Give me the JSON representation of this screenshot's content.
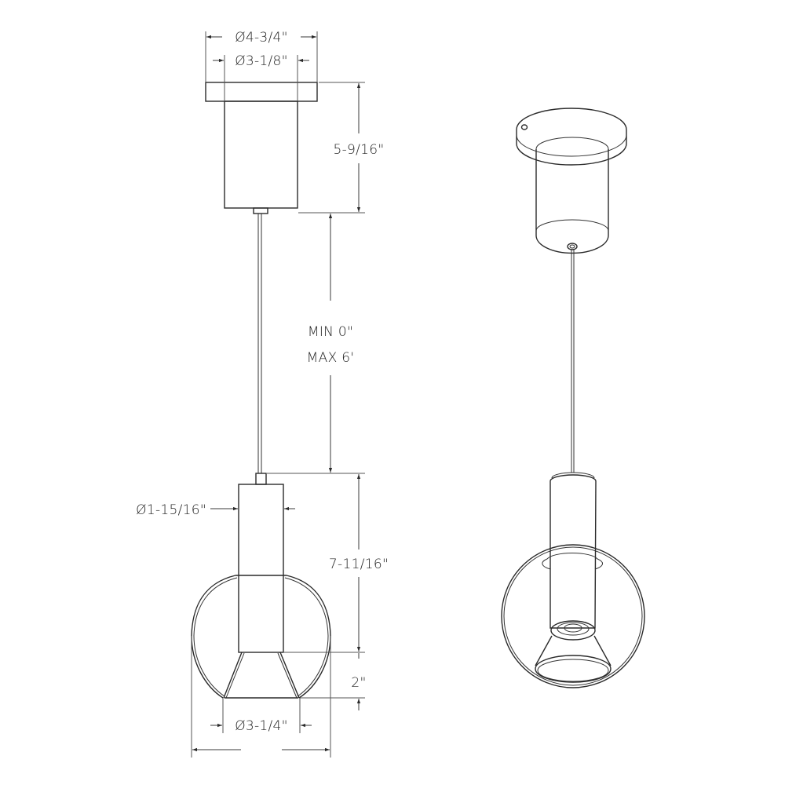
{
  "drawing": {
    "type": "pendant-light-dimension-drawing",
    "views": [
      "front-elevation",
      "perspective"
    ],
    "line_color": "#2a2a2a",
    "background": "#ffffff"
  },
  "dimensions": {
    "canopy_diameter": "Ø4-3/4\"",
    "canopy_body_diameter": "Ø3-1/8\"",
    "canopy_height": "5-9/16\"",
    "cord_min": "MIN 0\"",
    "cord_max": "MAX 6'",
    "shade_cylinder_diameter": "Ø1-15/16\"",
    "fixture_height": "7-11/16\"",
    "shade_bottom_height": "2\"",
    "shade_opening_diameter": "Ø3-1/4\"",
    "overall_width": ""
  }
}
